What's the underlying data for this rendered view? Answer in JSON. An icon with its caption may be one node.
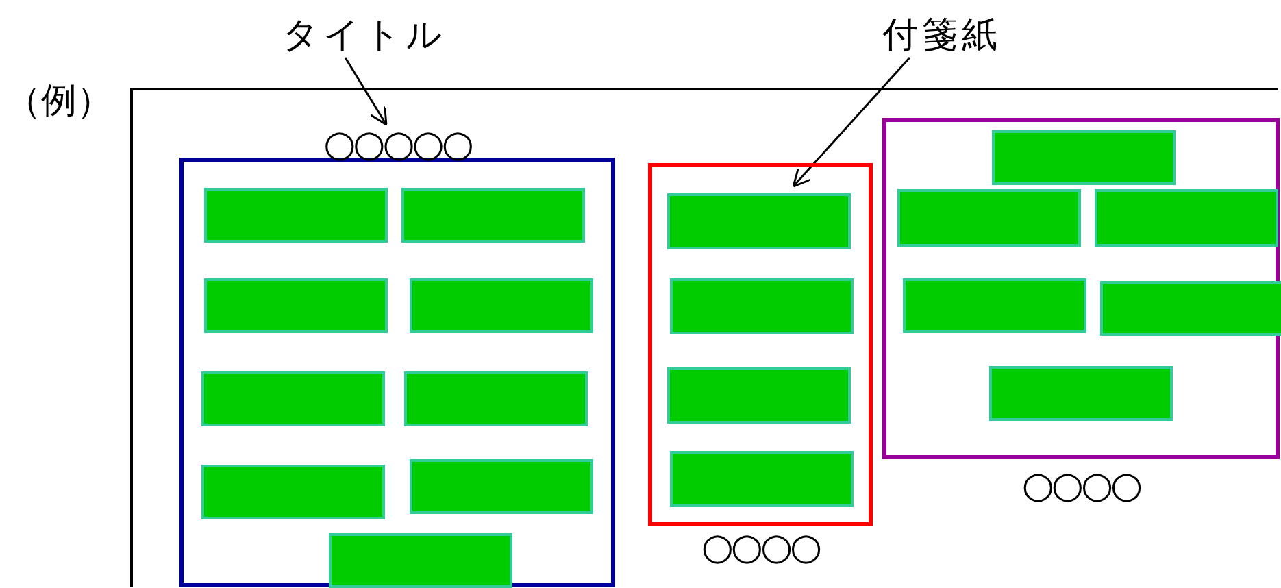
{
  "diagram": {
    "nodes": [
      {
        "text": [],
        "shape": "box"
      },
      {
        "text": [
          "○○○○○"
        ],
        "in": 0
      },
      {
        "text": [],
        "shape": "box",
        "in": 1
      },
      {
        "text": [],
        "shape": "box",
        "in": 1
      },
      {
        "text": [],
        "shape": "box",
        "in": 1
      },
      {
        "text": [],
        "shape": "box",
        "in": 1
      },
      {
        "text": [],
        "shape": "box",
        "in": 1
      },
      {
        "text": [],
        "shape": "box",
        "in": 1
      },
      {
        "text": [],
        "shape": "box",
        "in": 1
      },
      {
        "text": [],
        "shape": "box",
        "in": 1
      },
      {
        "text": [],
        "shape": "box",
        "in": 1
      },
      {
        "text": [
          "○○○○"
        ],
        "in": 0
      },
      {
        "text": [],
        "shape": "box",
        "in": 11
      },
      {
        "text": [],
        "shape": "box",
        "in": 11
      },
      {
        "text": [],
        "shape": "box",
        "in": 11
      },
      {
        "text": [],
        "shape": "box",
        "in": 11
      },
      {
        "text": [
          "○○○○"
        ],
        "in": 0
      },
      {
        "text": [],
        "shape": "box",
        "in": 16
      },
      {
        "text": [],
        "shape": "box",
        "in": 16
      },
      {
        "text": [],
        "shape": "box",
        "in": 16
      },
      {
        "text": [],
        "shape": "box",
        "in": 16
      },
      {
        "text": [],
        "shape": "box",
        "in": 16
      },
      {
        "text": [],
        "shape": "box",
        "in": 16
      },
      {
        "text": [
          "タイトル"
        ]
      },
      {
        "text": [
          "付箋紙"
        ]
      }
    ],
    "edges": [
      {
        "from": 23,
        "to": 1,
        "arrow": "to"
      },
      {
        "from": 24,
        "to": 12,
        "arrow": "to"
      }
    ],
    "labels": [
      "（例）"
    ]
  }
}
